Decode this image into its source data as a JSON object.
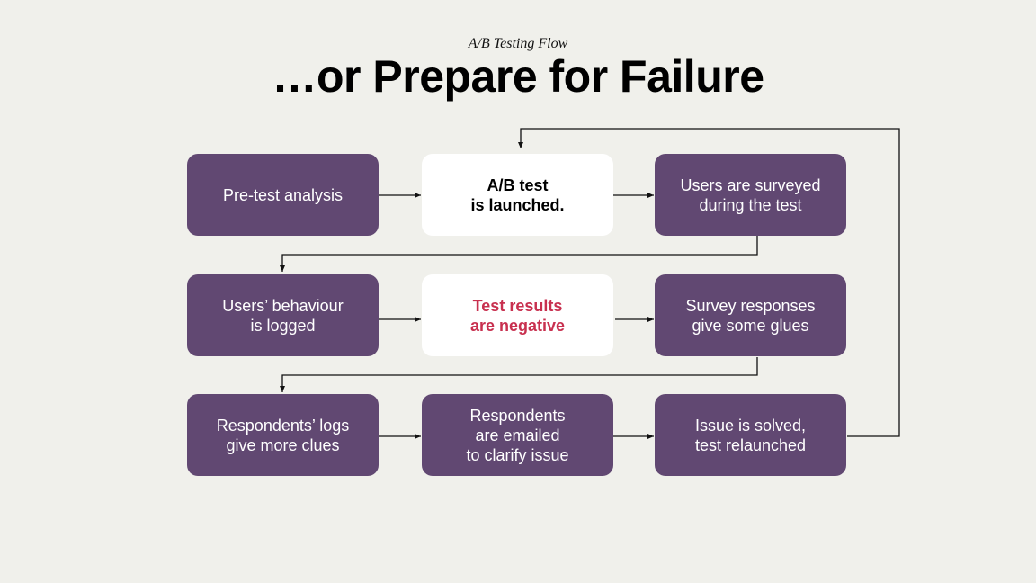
{
  "header": {
    "subtitle": "A/B Testing Flow",
    "title": "…or Prepare for Failure"
  },
  "colors": {
    "background": "#f0f0eb",
    "node_purple": "#614872",
    "node_white": "#ffffff",
    "alert_text": "#c8304f",
    "connector": "#111111"
  },
  "nodes": {
    "pre_test": "Pre-test analysis",
    "ab_launched": "A/B test\nis launched.",
    "users_surveyed": "Users are surveyed\nduring the test",
    "behaviour_logged": "Users’ behaviour\nis logged",
    "results_negative": "Test results\nare negative",
    "survey_responses": "Survey responses\ngive some glues",
    "respondents_logs": "Respondents’ logs\ngive more clues",
    "respondents_emailed": "Respondents\nare emailed\nto clarify issue",
    "issue_solved": "Issue is solved,\ntest relaunched"
  }
}
